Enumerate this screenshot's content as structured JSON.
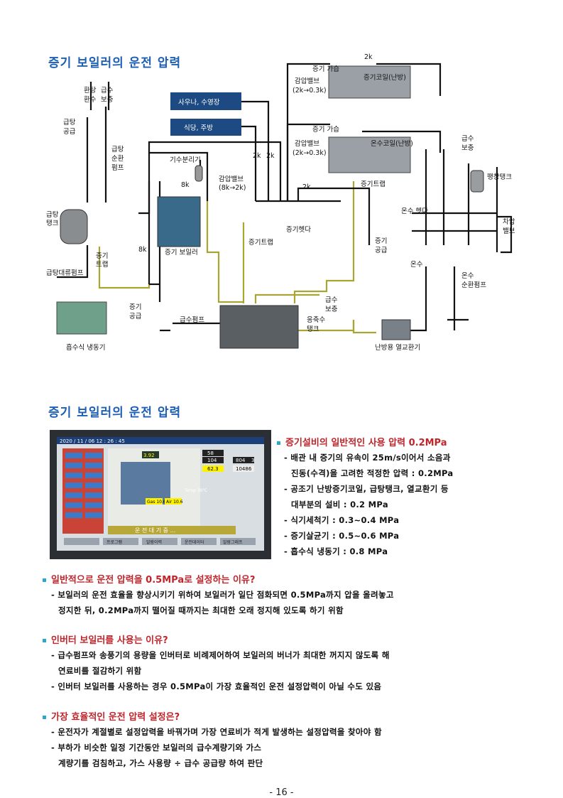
{
  "titles": {
    "t1": "증기 보일러의 운전 압력",
    "t2": "증기 보일러의 운전 압력"
  },
  "diagram": {
    "labels": {
      "makeup_hot": "환탕",
      "makeup_hot2": "환수",
      "supply_water": "급수",
      "supply_water2": "보충",
      "hot_supply": "급탕",
      "hot_supply2": "공급",
      "hot_circ": "급탕",
      "hot_circ2": "순환",
      "hot_circ3": "펌프",
      "sauna": "사우나, 수영장",
      "dining": "식당, 주방",
      "separator": "기수분리기",
      "reducing_valve_a": "감압밸브",
      "reducing_valve_a2": "(8k→2k)",
      "steam_supply_1": "증기 가습",
      "reducing_valve_1": "감압밸브",
      "reducing_valve_1b": "(2k→0.3k)",
      "steam_coil": "증기코일(난방)",
      "steam_supply_2": "증기 가습",
      "reducing_valve_2": "감압밸브",
      "reducing_valve_2b": "(2k→0.3k)",
      "hot_coil": "온수코일(난방)",
      "steam_trap_a": "증기트랩",
      "water_supply_r": "급수",
      "water_supply_r2": "보충",
      "exp_tank": "팽창탱크",
      "hot_header": "온수 헷다",
      "diff_valve": "차압",
      "diff_valve2": "밸브",
      "hot_tank": "급탕",
      "hot_tank2": "탱크",
      "steam_trap_b": "증기",
      "steam_trap_b2": "트랩",
      "hot_pump": "급탕대류펌프",
      "boiler": "증기 보일러",
      "steam_header": "증기헷다",
      "steam_trap_c": "증기트랩",
      "steam_supply_c": "증기",
      "steam_supply_c2": "공급",
      "hot_water": "온수",
      "hot_circ_r": "온수",
      "hot_circ_r2": "순환펌프",
      "abs_chiller": "흡수식 냉동기",
      "steam_supply_d": "증기",
      "steam_supply_d2": "공급",
      "feed_pump": "급수펌프",
      "cond_tank": "응축수",
      "cond_tank2": "탱크",
      "water_supply_c": "급수",
      "water_supply_c2": "보충",
      "heat_exchanger": "난방용 열교환기",
      "p2k_1": "2k",
      "p2k_2": "2k",
      "p2k_3": "2k",
      "p2k_4": "2k",
      "p8k_1": "8k",
      "p8k_2": "8k"
    }
  },
  "photo": {
    "timestamp": "2020 / 11 / 06   12 : 26 : 45",
    "v1": "3.92",
    "v2": "58",
    "v3": "104",
    "v4": "62.3",
    "v5": "804",
    "v6": "3",
    "v7": "10486",
    "temp": "Temp 39℃",
    "gas": "Gas 10.6",
    "air": "Air 10.6",
    "status": "운 전  대 기 중 ...",
    "tabs": [
      "",
      "프로그램",
      "알람이력",
      "운전데이터",
      "알람그래프"
    ]
  },
  "right_text": {
    "heading": "증기설비의 일반적인 사용 압력 0.2MPa",
    "lines": [
      "- 배관 내 증기의 유속이 25m/s이어서 소음과",
      "진동(수격)을 고려한 적정한 압력 : 0.2MPa",
      "- 공조기 난방증기코일, 급탕탱크, 열교환기 등",
      "대부분의 설비 : 0.2 MPa",
      "- 식기세척기 : 0.3~0.4 MPa",
      "- 증기살균기 : 0.5~0.6 MPa",
      "- 흡수식 냉동기 : 0.8 MPa"
    ]
  },
  "sections": [
    {
      "heading": "일반적으로 운전 압력을 0.5MPa로 설정하는 이유?",
      "lines": [
        "- 보일러의 운전 효율을 향상시키기 위하여 보일러가 일단 점화되면 0.5MPa까지 압을 올려놓고",
        "정지한 뒤, 0.2MPa까지 떨어질 때까지는 최대한 오래 정지해 있도록 하기 위함"
      ]
    },
    {
      "heading": "인버터 보일러를 사용는 이유?",
      "lines": [
        "- 급수펌프와 송풍기의 용량을 인버터로 비례제어하여 보일러의 버너가 최대한 꺼지지 않도록 해",
        "연료비를 절감하기 위함",
        "- 인버터 보일러를 사용하는 경우 0.5MPa이 가장 효율적인 운전 설정압력이 아닐 수도 있음"
      ]
    },
    {
      "heading": "가장 효율적인 운전 압력 설정은?",
      "lines": [
        "- 운전자가 계절별로 설정압력을 바꿔가며 가장 연료비가 적게 발생하는 설정압력을 찾아야 함",
        "- 부하가 비슷한 일정 기간동안 보일러의 급수계량기와 가스",
        "계량기를 검침하고, 가스 사용량 ÷ 급수 공급량 하여 판단"
      ]
    }
  ],
  "page_number": "- 16 -",
  "colors": {
    "title": "#1d5fb4",
    "heading_red": "#c0252b",
    "bullet": "#2aa7c9",
    "pipe_black": "#111111",
    "pipe_olive": "#a9a535"
  }
}
